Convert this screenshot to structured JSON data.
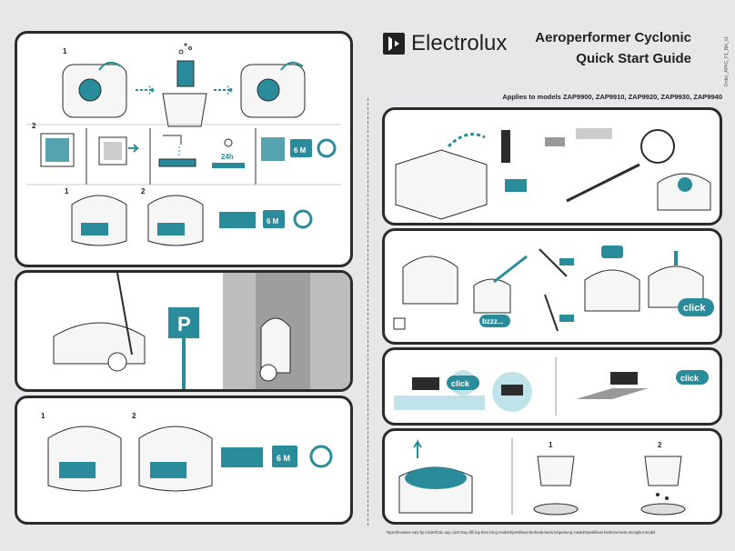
{
  "brand": {
    "name": "Electrolux"
  },
  "title": {
    "line1": "Aeroperformer Cyclonic",
    "line2": "Quick Start Guide"
  },
  "applies_to": "Applies to models ZAP9900, ZAP9910, ZAP9920, ZAP9930, ZAP9940",
  "side_code": "Order_AP#C_F1_Bkt_v1",
  "footnote": "*Specifications vary by model/Các quy cách thay đổi tùy theo từng model/Spesifikasi berbeda-beda tergantung model/Spesifikasi berbeza-beza mengikut model",
  "steps": {
    "one": "1",
    "two": "2",
    "timer": "24h",
    "months": "6 M",
    "parking": "P",
    "click": "click",
    "bzzz": "bzzz..."
  },
  "colors": {
    "teal": "#2a8c9a",
    "dark": "#2b2b2b",
    "bg": "#e6e7e8",
    "light_teal": "#bfe3e8"
  },
  "icons": [
    "electrolux-logo-icon",
    "recycle-icon",
    "calendar-icon",
    "sun-icon",
    "arrow-icon",
    "parking-sign-icon"
  ]
}
